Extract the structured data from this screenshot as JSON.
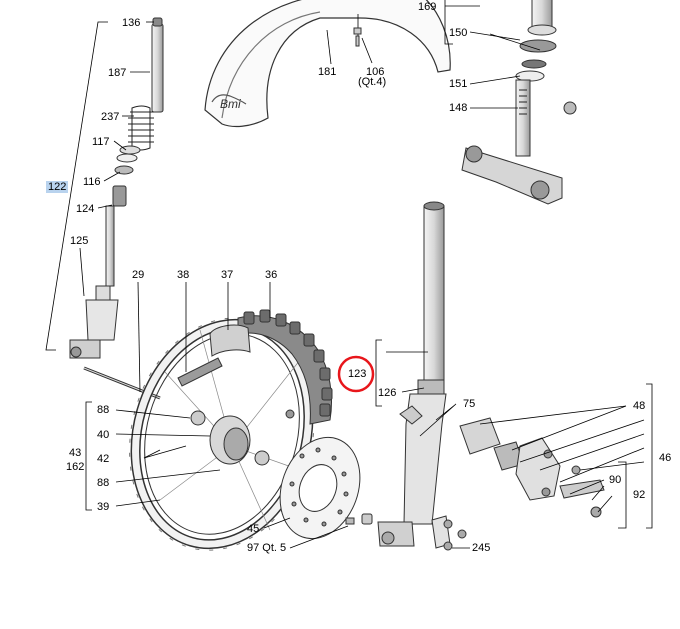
{
  "callouts": {
    "c136": "136",
    "c187": "187",
    "c237": "237",
    "c117": "117",
    "c116": "116",
    "c122": "122",
    "c124": "124",
    "c125": "125",
    "c29": "29",
    "c38": "38",
    "c37": "37",
    "c36": "36",
    "c181": "181",
    "c106": "106",
    "c106_qty": "(Qt.4)",
    "c169": "169",
    "c150": "150",
    "c151": "151",
    "c148": "148",
    "c123": "123",
    "c126": "126",
    "c75": "75",
    "c48": "48",
    "c46": "46",
    "c90": "90",
    "c92": "92",
    "c88a": "88",
    "c40": "40",
    "c43": "43",
    "c162": "162",
    "c42": "42",
    "c88b": "88",
    "c39": "39",
    "c45": "45",
    "c97": "97 Qt. 5",
    "c245": "245"
  },
  "highlight": {
    "label": "122",
    "color": "#b9d3ee"
  },
  "marker": {
    "target": "123",
    "color": "#e8161b"
  },
  "colors": {
    "line": "#000000",
    "part": "#555555",
    "tyre": "#8a8a8a",
    "fill": "#e9e9e9"
  }
}
